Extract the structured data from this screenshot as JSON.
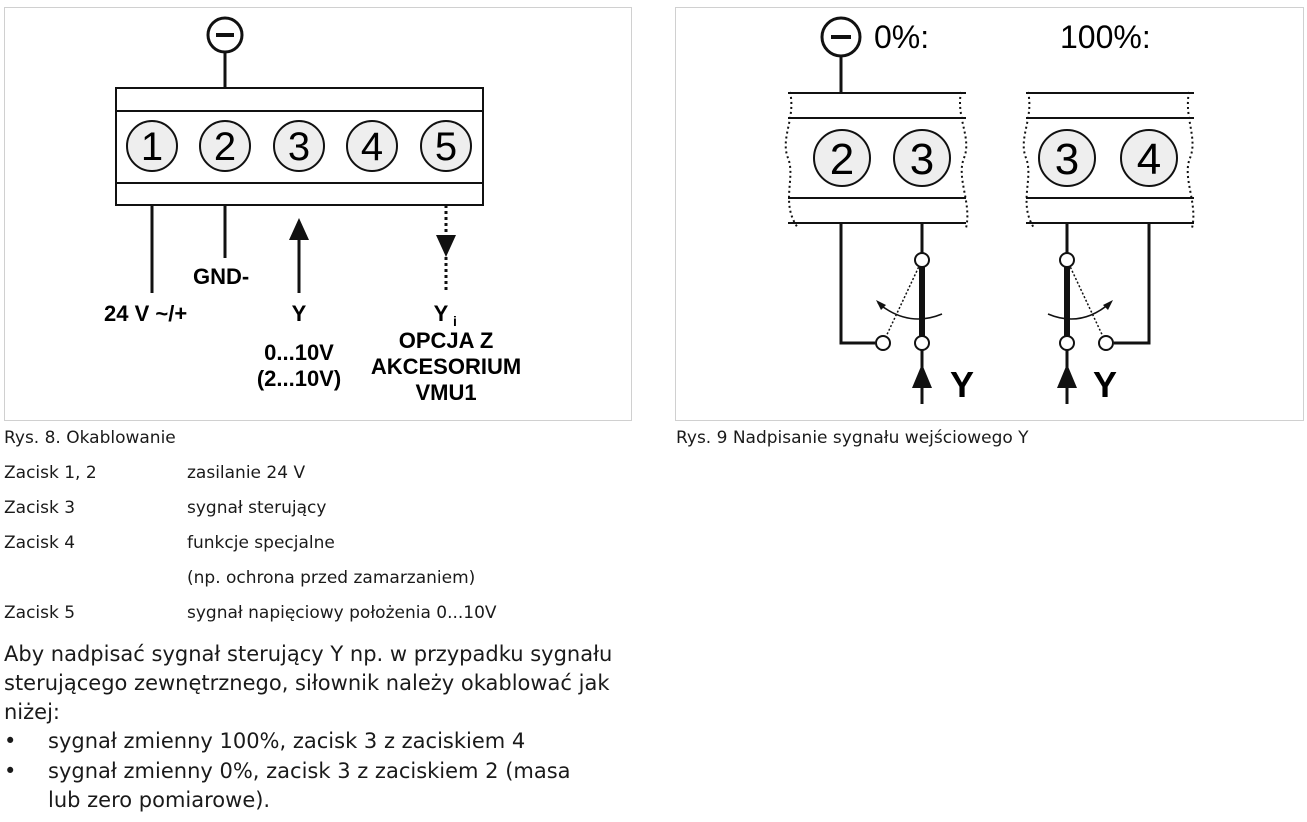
{
  "fig8": {
    "minus": "−",
    "terminals": [
      "1",
      "2",
      "3",
      "4",
      "5"
    ],
    "label_24v": "24 V ~/+",
    "label_gnd": "GND-",
    "label_y": "Y",
    "label_range1": "0...10V",
    "label_range2": "(2...10V)",
    "label_yi": "Y",
    "label_yi_sub": "i",
    "label_opt1": "OPCJA Z",
    "label_opt2": "AKCESORIUM",
    "label_opt3": "VMU1",
    "caption": "Rys. 8. Okablowanie"
  },
  "fig9": {
    "minus": "−",
    "label_0": "0%:",
    "label_100": "100%:",
    "left_terminals": [
      "2",
      "3"
    ],
    "right_terminals": [
      "3",
      "4"
    ],
    "label_y": "Y",
    "caption": "Rys. 9 Nadpisanie sygnału wejściowego Y"
  },
  "rows": [
    {
      "k": "Zacisk 1, 2",
      "v": "zasilanie 24 V"
    },
    {
      "k": "Zacisk 3",
      "v": "sygnał sterujący"
    },
    {
      "k": "Zacisk 4",
      "v": "funkcje specjalne"
    },
    {
      "k": "",
      "v": "(np. ochrona przed zamarzaniem)"
    },
    {
      "k": "Zacisk 5",
      "v": "sygnał napięciowy położenia 0...10V"
    }
  ],
  "paragraph": "Aby nadpisać sygnał sterujący Y np. w przypadku sygnału sterującego zewnętrznego, siłownik należy okablować jak niżej:",
  "bullets": [
    "sygnał zmienny 100%, zacisk 3 z zaciskiem 4",
    "sygnał zmienny 0%, zacisk 3 z zaciskiem 2 (masa lub zero pomiarowe)."
  ],
  "bullet_symbol": "•"
}
